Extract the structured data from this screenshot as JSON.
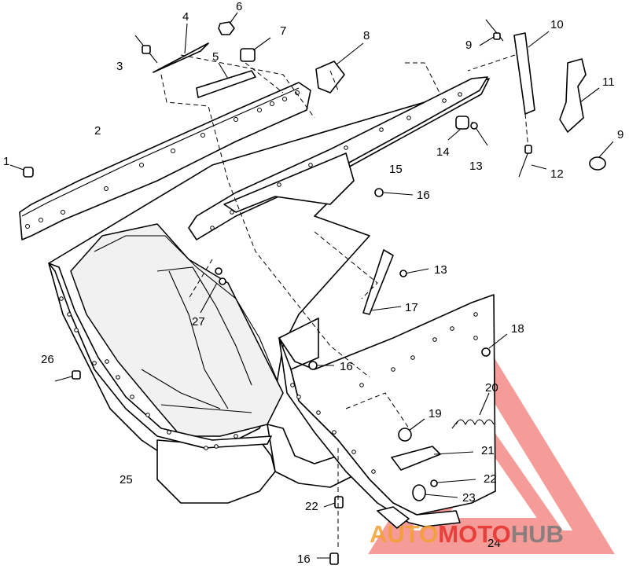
{
  "labels": [
    {
      "id": "1",
      "text": "1"
    },
    {
      "id": "2",
      "text": "2"
    },
    {
      "id": "3",
      "text": "3"
    },
    {
      "id": "4",
      "text": "4"
    },
    {
      "id": "5",
      "text": "5"
    },
    {
      "id": "6",
      "text": "6"
    },
    {
      "id": "7",
      "text": "7"
    },
    {
      "id": "8",
      "text": "8"
    },
    {
      "id": "9a",
      "text": "9"
    },
    {
      "id": "9b",
      "text": "9"
    },
    {
      "id": "10",
      "text": "10"
    },
    {
      "id": "11",
      "text": "11"
    },
    {
      "id": "12",
      "text": "12"
    },
    {
      "id": "13a",
      "text": "13"
    },
    {
      "id": "13b",
      "text": "13"
    },
    {
      "id": "14",
      "text": "14"
    },
    {
      "id": "15",
      "text": "15"
    },
    {
      "id": "16a",
      "text": "16"
    },
    {
      "id": "16b",
      "text": "16"
    },
    {
      "id": "16c",
      "text": "16"
    },
    {
      "id": "17",
      "text": "17"
    },
    {
      "id": "18",
      "text": "18"
    },
    {
      "id": "19",
      "text": "19"
    },
    {
      "id": "20",
      "text": "20"
    },
    {
      "id": "21",
      "text": "21"
    },
    {
      "id": "22a",
      "text": "22"
    },
    {
      "id": "22b",
      "text": "22"
    },
    {
      "id": "23",
      "text": "23"
    },
    {
      "id": "24",
      "text": "24"
    },
    {
      "id": "25",
      "text": "25"
    },
    {
      "id": "26",
      "text": "26"
    },
    {
      "id": "27",
      "text": "27"
    }
  ],
  "watermark": {
    "part1": "AUTO",
    "part2": "MOTO",
    "part3": "HUB",
    "color_red": "#e8302a",
    "color_orange": "#f3a032",
    "color_gray": "#7a7a7a"
  }
}
